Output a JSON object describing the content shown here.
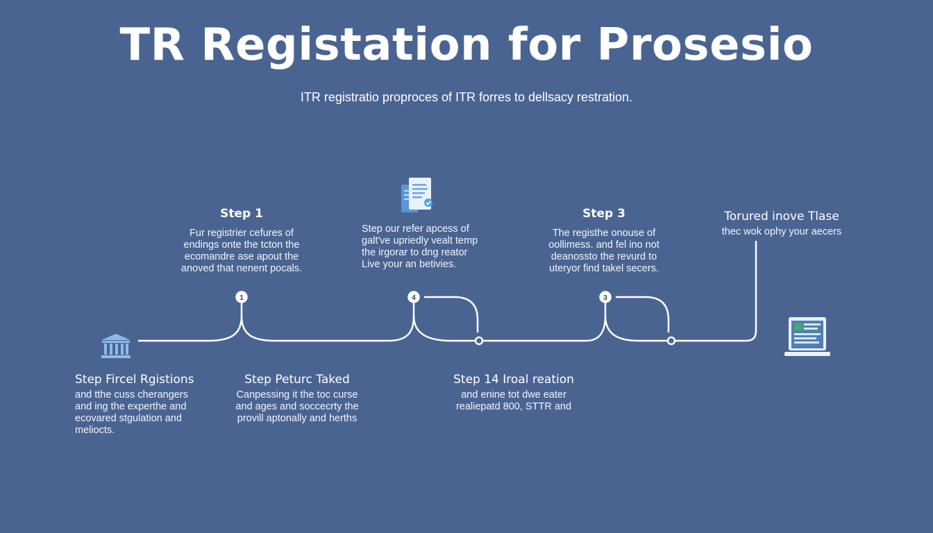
{
  "title": "TR Registation for Prosesio",
  "subtitle": "ITR registratio proproces of ITR forres to dellsacy restration.",
  "top_steps": [
    {
      "heading": "Step 1",
      "lines": [
        "Fur registrier cefures of",
        "endings onte the tcton the",
        "ecomandre ase apout the",
        "anoved that nenent pocals."
      ]
    },
    {
      "heading": "",
      "lines": [
        "Step our refer apcess of",
        "galt've upriedly vealt temp",
        "the irgorar to dng reator",
        "Live your an betivies."
      ]
    },
    {
      "heading": "Step 3",
      "lines": [
        "The registhe onouse of",
        "oollimess. and fel ino not",
        "deanossto the revurd to",
        "uteryor find takel secers."
      ]
    },
    {
      "heading": "Torured inove Tlase",
      "lines": [
        "thec wok ophy your aecers"
      ]
    }
  ],
  "bottom_steps": [
    {
      "heading": "Step Fircel Rgistions",
      "lines": [
        "and tthe cuss cherangers",
        "and ing the experthe and",
        "ecovared stgulation and",
        "meliocts."
      ]
    },
    {
      "heading": "Step Peturc Taked",
      "lines": [
        "Canpessing it the toc curse",
        "and ages and soccecrty the",
        "provill aptonally and herths"
      ]
    },
    {
      "heading": "Step 14 Iroal reation",
      "lines": [
        "and enine tot dwe eater",
        "realiepatd 800, STTR and"
      ]
    }
  ],
  "nodes": [
    {
      "label": "1"
    },
    {
      "label": "4"
    },
    {
      "label": "3"
    }
  ],
  "icons": [
    "bank-icon",
    "documents-icon",
    "laptop-icon"
  ],
  "colors": {
    "background": "#4a6492",
    "line": "#ffffff",
    "icon_blue": "#6fa3dc",
    "icon_green": "#3fae6a"
  }
}
